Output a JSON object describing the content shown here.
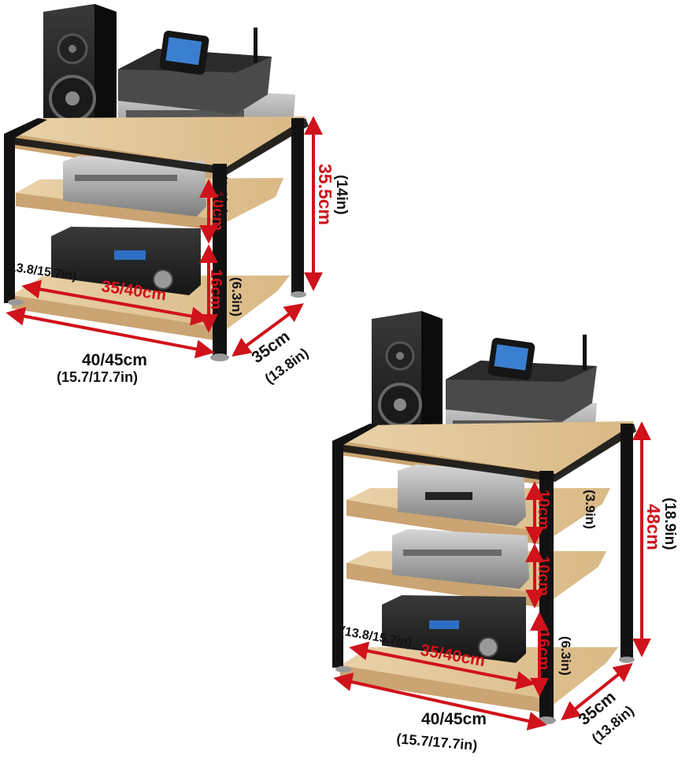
{
  "small_rack": {
    "height_cm": "35.5cm",
    "height_in": "(14in)",
    "shelf_gap_top_cm": "10cm",
    "shelf_gap_top_in": "(3.9in)",
    "shelf_gap_bottom_cm": "16cm",
    "shelf_gap_bottom_in": "(6.3in)",
    "inner_width_cm": "35/40cm",
    "inner_width_in": "(13.8/15.7in)",
    "width_cm": "40/45cm",
    "width_in": "(15.7/17.7in)",
    "depth_cm": "35cm",
    "depth_in": "(13.8in)"
  },
  "large_rack": {
    "height_cm": "48cm",
    "height_in": "(18.9in)",
    "shelf_gap_1_cm": "10cm",
    "shelf_gap_1_in": "(3.9in)",
    "shelf_gap_2_cm": "10cm",
    "shelf_gap_bottom_cm": "16cm",
    "shelf_gap_bottom_in": "(6.3in)",
    "inner_width_cm": "35/40cm",
    "inner_width_in": "(13.8/15.7in)",
    "width_cm": "40/45cm",
    "width_in": "(15.7/17.7in)",
    "depth_cm": "35cm",
    "depth_in": "(13.8in)"
  },
  "colors": {
    "dimension": "#d0121b",
    "frame": "#121212",
    "wood": "#e3c79a",
    "device": "#8a8a8a"
  }
}
